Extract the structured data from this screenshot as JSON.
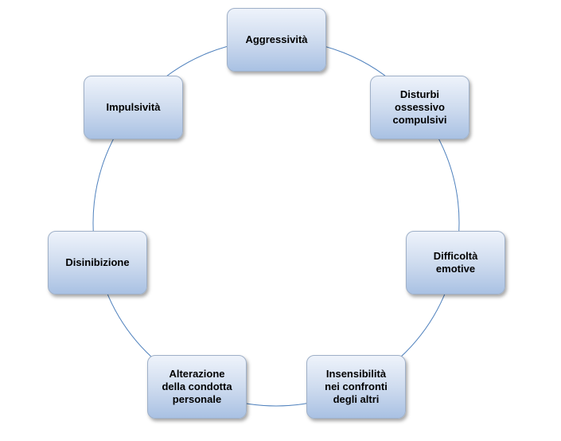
{
  "diagram": {
    "type": "cycle",
    "nodes": [
      {
        "label": "Aggressività"
      },
      {
        "label": "Disturbi\nossessivo\ncompulsivi"
      },
      {
        "label": "Difficoltà\nemotive"
      },
      {
        "label": "Insensibilità\nnei confronti\ndegli altri"
      },
      {
        "label": "Alterazione\ndella condotta\npersonale"
      },
      {
        "label": "Disinibizione"
      },
      {
        "label": "Impulsività"
      }
    ],
    "colors": {
      "circle": "#4f81bd",
      "box_border": "#9fb0c8",
      "box_top": "#eef3fb",
      "box_bottom": "#a9c1e3",
      "text": "#000000"
    }
  }
}
